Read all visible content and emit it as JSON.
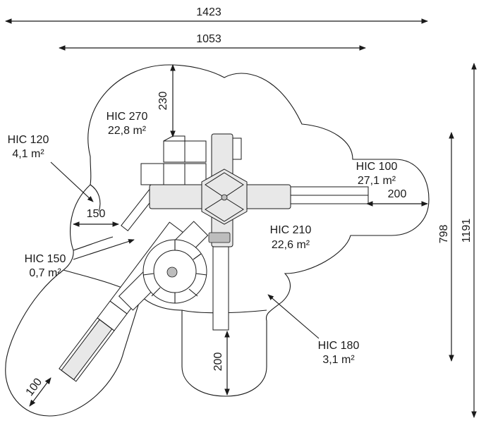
{
  "dimensions": {
    "overall_width": "1423",
    "inner_width": "1053",
    "depth_small": "798",
    "depth_large": "1191",
    "top_offset": "230",
    "left_offset": "150",
    "right_offset": "200",
    "bottom_offset": "200",
    "slide_offset": "100"
  },
  "zones": [
    {
      "hic": "HIC 270",
      "area": "22,8 m²"
    },
    {
      "hic": "HIC 120",
      "area": "4,1 m²"
    },
    {
      "hic": "HIC 100",
      "area": "27,1 m²"
    },
    {
      "hic": "HIC 210",
      "area": "22,6 m²"
    },
    {
      "hic": "HIC 150",
      "area": "0,7 m²"
    },
    {
      "hic": "HIC 180",
      "area": "3,1 m²"
    }
  ]
}
